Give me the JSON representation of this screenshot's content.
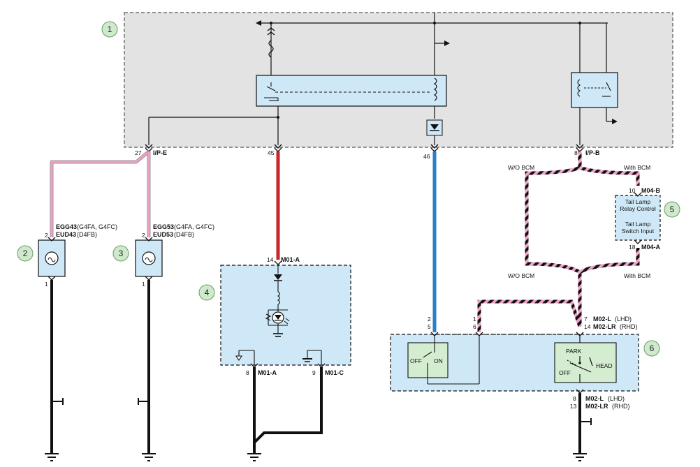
{
  "callouts": [
    "1",
    "2",
    "3",
    "4",
    "5",
    "6"
  ],
  "connectors": {
    "ip_e": "I/P-E",
    "ip_b": "I/P-B",
    "m01a_top": "M01-A",
    "m01a_bot": "M01-A",
    "m01c": "M01-C",
    "m04b": "M04-B",
    "m04a": "M04-A",
    "m02l_top": "M02-L",
    "m02l_top_note": "(LHD)",
    "m02lr_top": "M02-LR",
    "m02lr_top_note": "(RHD)",
    "m02l_bot": "M02-L",
    "m02l_bot_note": "(LHD)",
    "m02lr_bot": "M02-LR",
    "m02lr_bot_note": "(RHD)"
  },
  "pins": {
    "p27": "27",
    "p45": "45",
    "p46": "46",
    "p8_ipb": "8",
    "p2_l": "2",
    "p1_l": "1",
    "p2_r": "2",
    "p1_r": "1",
    "p14": "14",
    "p8_m01": "8",
    "p9_m01": "9",
    "p10": "10",
    "p18": "18",
    "p2_sw": "2",
    "p5_sw": "5",
    "p1_sw": "1",
    "p6_sw": "6",
    "p7_sw": "7",
    "p14_sw": "14",
    "p8_bot": "8",
    "p13_bot": "13"
  },
  "lamp_labels": {
    "left_code1": "EGG43",
    "left_code1_note": "(G4FA, G4FC)",
    "left_code2": "EUD43",
    "left_code2_note": "(D4FB)",
    "right_code1": "EGG53",
    "right_code1_note": "(G4FA, G4FC)",
    "right_code2": "EUD53",
    "right_code2_note": "(D4FB)"
  },
  "bcm": {
    "wo_top": "W/O BCM",
    "with_top": "With BCM",
    "wo_bot": "W/O BCM",
    "with_bot": "With BCM",
    "line1": "Tail Lamp",
    "line2": "Relay Control",
    "line3": "Tail Lamp",
    "line4": "Switch Input"
  },
  "switch": {
    "off": "OFF",
    "on": "ON",
    "park": "PARK",
    "off2": "OFF",
    "head": "HEAD"
  },
  "colors": {
    "pink_wire": "#f2a0c8",
    "red_wire": "#c8262a",
    "blue_wire": "#2a7fc8",
    "box_fill": "#cfe8f7",
    "gray_box": "#e3e3e3",
    "green_box": "#d4ecd0",
    "callout": "#cfe9cc"
  },
  "icons": [
    "fuse-icon",
    "relay-coil-icon",
    "diode-icon",
    "led-icon",
    "ground-icon",
    "bulb-icon",
    "connector-arrow-icon"
  ]
}
